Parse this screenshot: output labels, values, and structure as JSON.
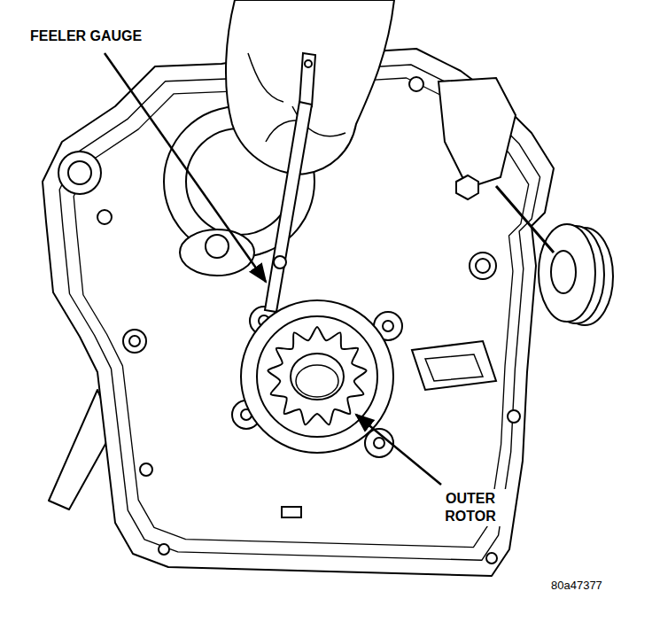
{
  "diagram": {
    "labels": [
      "FEELER GAUGE",
      "OUTER ROTOR",
      "80a47377"
    ]
  }
}
